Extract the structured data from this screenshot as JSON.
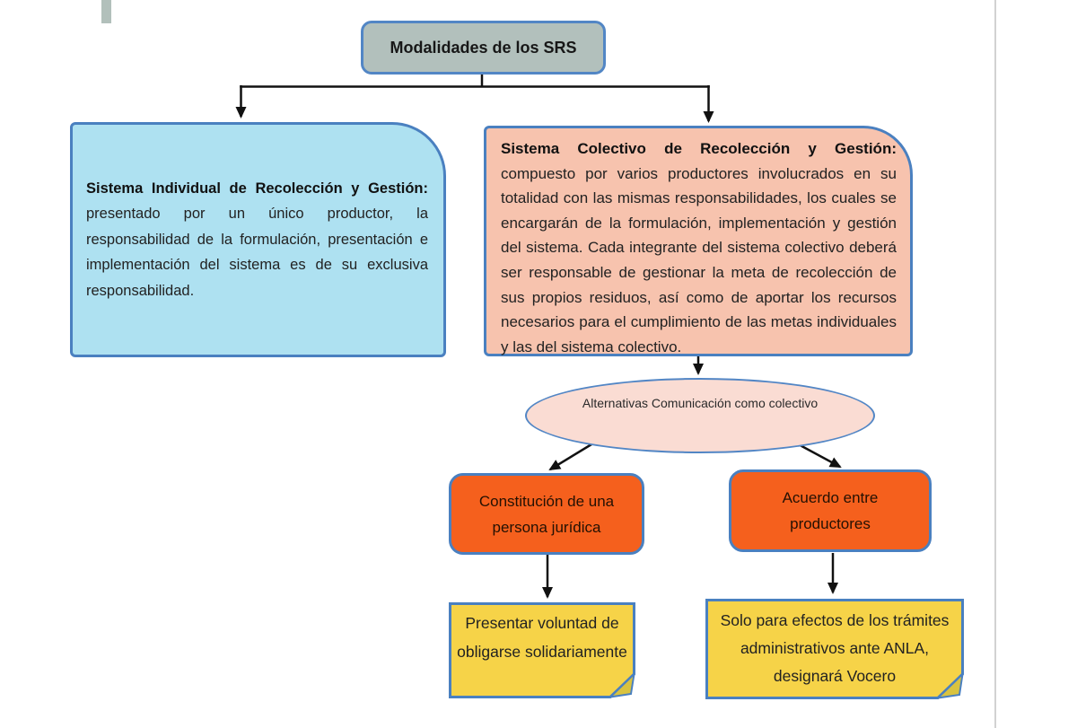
{
  "diagram": {
    "title": {
      "label": "Modalidades de los SRS"
    },
    "individual": {
      "heading": "Sistema Individual de Recolección y Gestión:",
      "body": "presentado por un único productor, la responsabilidad de la formulación, presentación e implementación del sistema es de su exclusiva responsabilidad."
    },
    "colectivo": {
      "heading": "Sistema Colectivo de Recolección y Gestión:",
      "body": "compuesto por varios productores involucrados en su totalidad con las mismas responsabilidades, los cuales se encargarán de la formulación, implementación y gestión del sistema. Cada integrante del sistema colectivo deberá ser responsable de gestionar la meta de recolección de sus propios residuos, así como de aportar los recursos necesarios para el cumplimiento de las metas individuales y las del sistema colectivo."
    },
    "alternativas": {
      "label": "Alternativas Comunicación como colectivo"
    },
    "opcion_persona_juridica": {
      "label": "Constitución de una persona jurídica"
    },
    "opcion_acuerdo": {
      "label": "Acuerdo entre productores"
    },
    "nota_persona_juridica": {
      "label": "Presentar voluntad de obligarse solidariamente"
    },
    "nota_acuerdo": {
      "label": "Solo para efectos de los trámites administrativos ante ANLA, designará Vocero"
    }
  },
  "colors": {
    "title_fill": "#b2c0bc",
    "individual_fill": "#aee1f1",
    "colectivo_fill": "#f7c3ae",
    "ellipse_fill": "#fadcd3",
    "option_fill": "#f5601d",
    "note_fill": "#f6d348",
    "note_fold_fill": "#d9c33f",
    "shape_border": "#4a80c0",
    "connector": "#111111",
    "decor_bar": "#b2c0bb"
  }
}
